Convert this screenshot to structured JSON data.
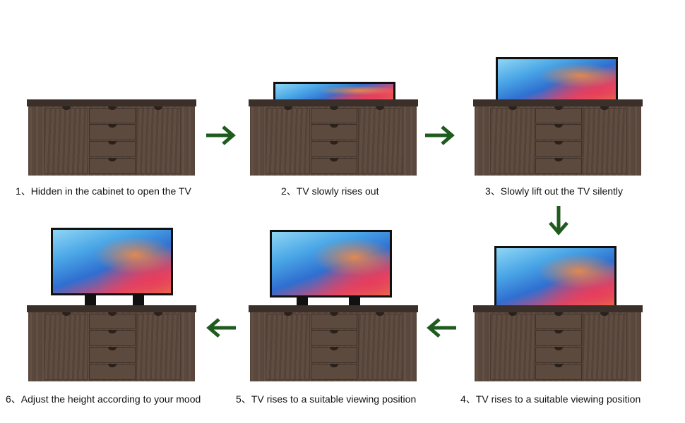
{
  "steps": [
    {
      "label": "1、Hidden in the cabinet to open the TV"
    },
    {
      "label": "2、TV slowly rises out"
    },
    {
      "label": "3、Slowly lift out the TV silently"
    },
    {
      "label": "4、TV rises to a suitable viewing position"
    },
    {
      "label": "5、TV rises to a suitable viewing position"
    },
    {
      "label": "6、Adjust the height according to your mood"
    }
  ],
  "arrows": [
    "right",
    "right",
    "down",
    "left",
    "left"
  ],
  "colors": {
    "arrow": "#1f5a1f",
    "wood": "#5e4a3f",
    "top": "#3a2f29"
  }
}
